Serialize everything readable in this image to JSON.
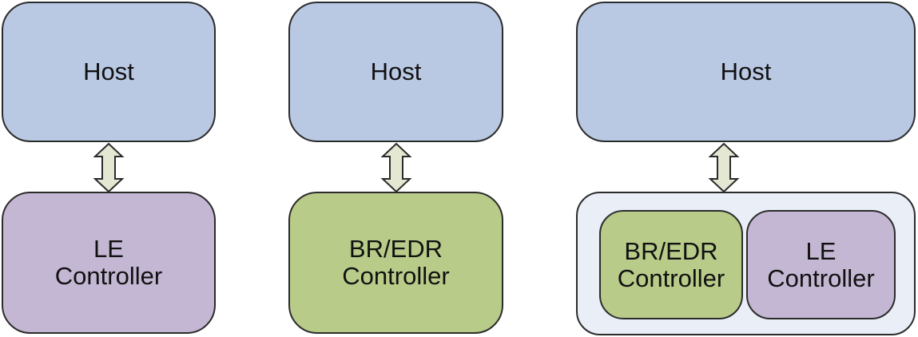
{
  "colors": {
    "host": "#b9c9e3",
    "le_controller": "#c4b7d3",
    "bredr_controller": "#b8cb89",
    "combined_container": "#e9eef7",
    "arrow_fill": "#e4e8d2",
    "stroke": "#2b2b2b"
  },
  "configurations": [
    {
      "host": {
        "label": "Host"
      },
      "controller": {
        "label": "LE\nController"
      }
    },
    {
      "host": {
        "label": "Host"
      },
      "controller": {
        "label": "BR/EDR\nController"
      }
    },
    {
      "host": {
        "label": "Host"
      },
      "controller": {
        "bredr": {
          "label": "BR/EDR\nController"
        },
        "le": {
          "label": "LE\nController"
        }
      }
    }
  ],
  "icons": {
    "link_arrow": "double-arrow-vertical"
  }
}
